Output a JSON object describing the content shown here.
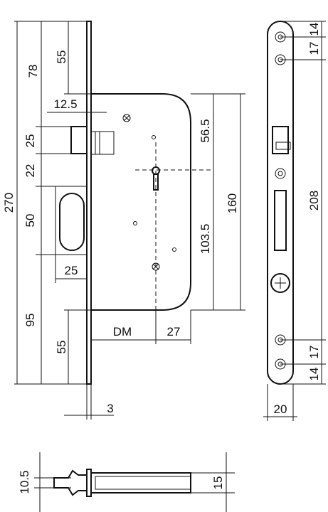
{
  "dimensions": {
    "total_height": "270",
    "top_to_handle": "78",
    "top_to_case": "55",
    "backset_small": "12.5",
    "latch_height": "25",
    "latch_to_cylinder": "22",
    "cylinder_height": "50",
    "cylinder_width": "25",
    "bottom_section": "95",
    "bottom_to_case": "55",
    "backset": "DM",
    "case_radius": "27",
    "plate_thickness": "3",
    "upper_right": "56.5",
    "lower_right": "103.5",
    "case_height": "160",
    "faceplate_hole_top_1": "14",
    "faceplate_hole_top_2": "17",
    "faceplate_length": "208",
    "faceplate_hole_bottom_1": "17",
    "faceplate_hole_bottom_2": "14",
    "faceplate_width": "20",
    "bottom_view_height": "10.5",
    "bottom_view_width": "15"
  }
}
